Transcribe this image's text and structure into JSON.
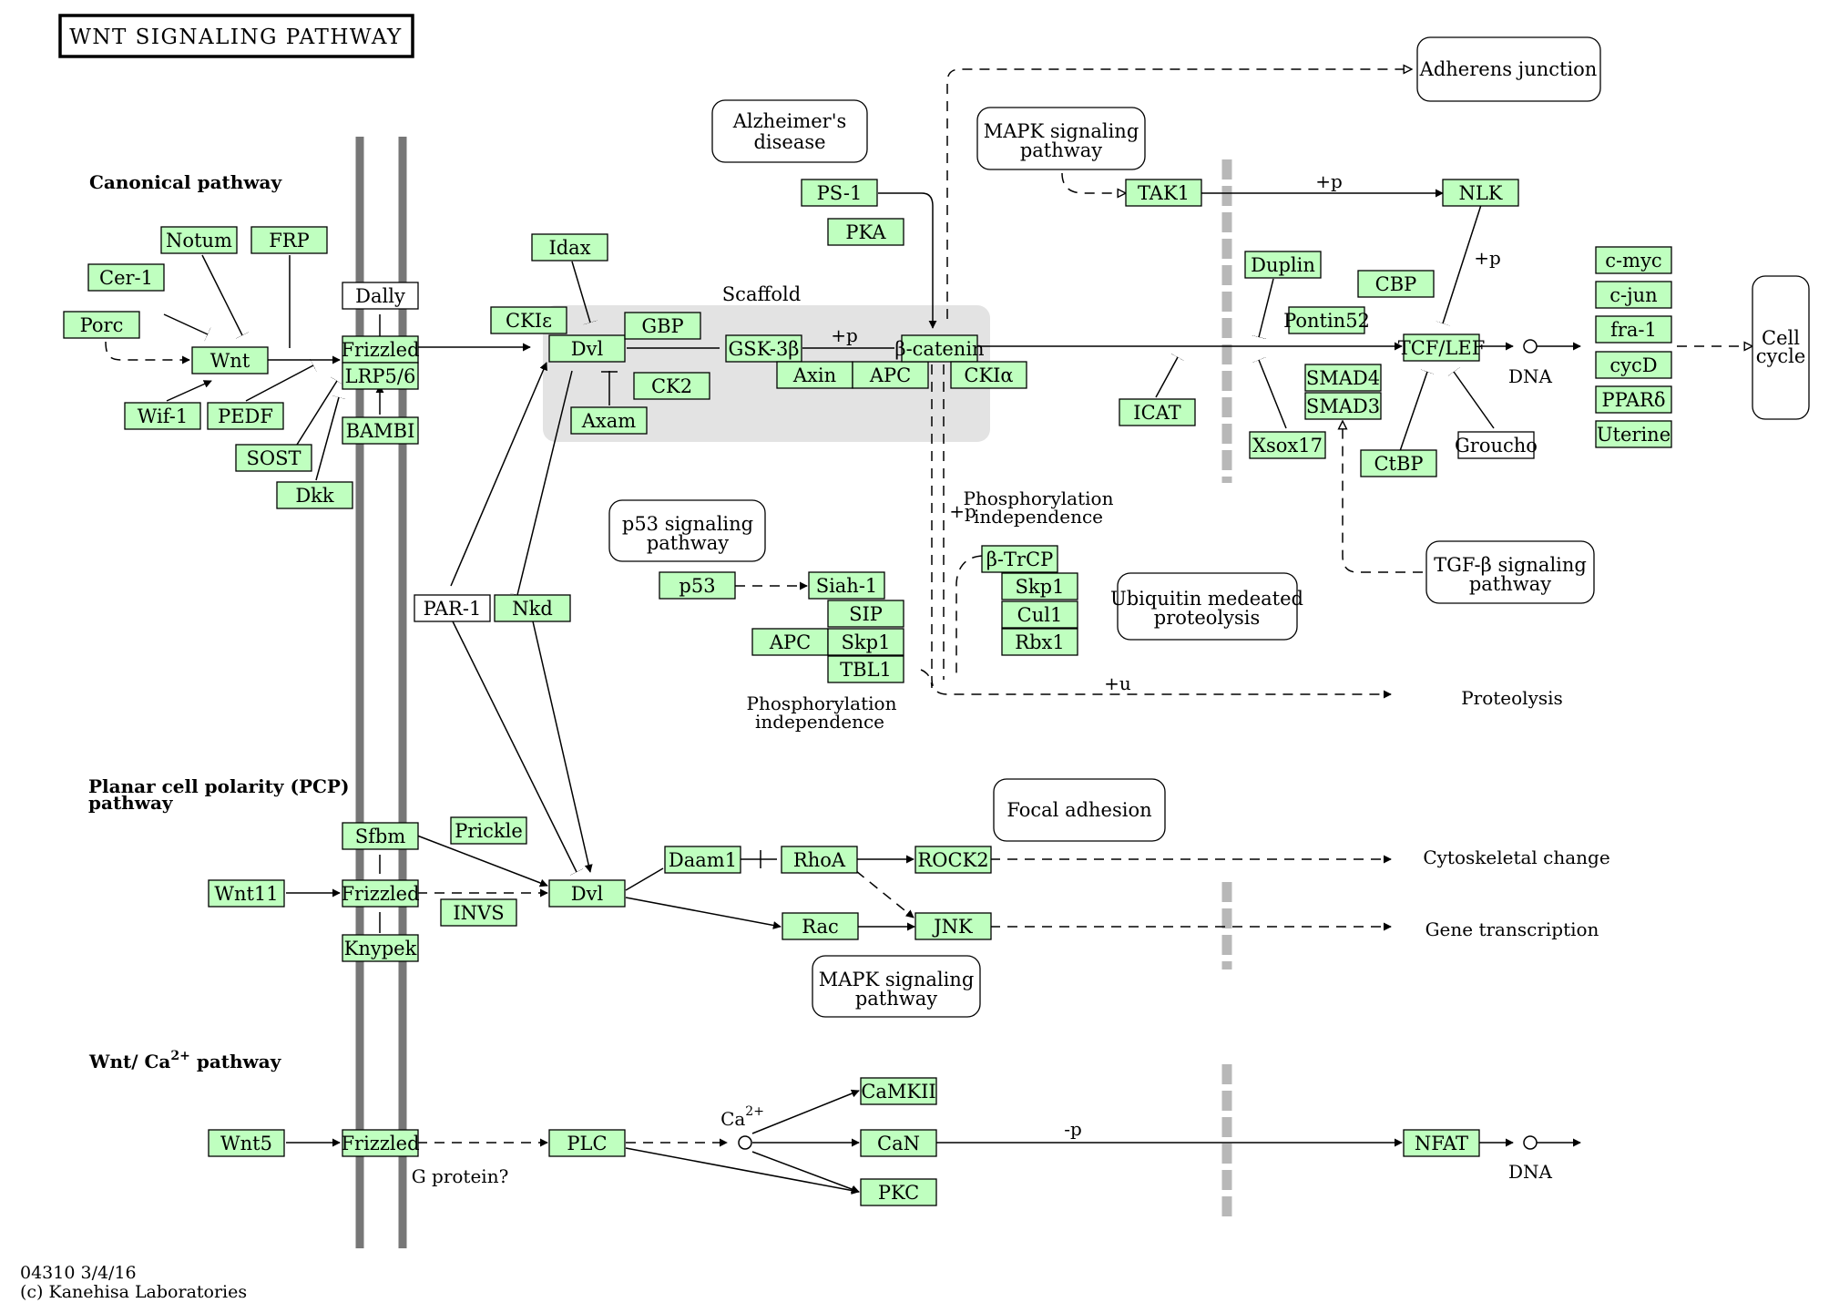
{
  "title": "WNT SIGNALING PATHWAY",
  "footer": {
    "line1": "04310 3/4/16",
    "line2": "(c) Kanehisa Laboratories"
  },
  "sections": {
    "canonical": "Canonical pathway",
    "pcp_1": "Planar cell polarity (PCP)",
    "pcp_2": "pathway",
    "ca_prefix": "Wnt/ Ca",
    "ca_sup": "2+",
    "ca_suffix": " pathway"
  },
  "scaffold": "Scaffold",
  "genes": {
    "notum": "Notum",
    "frp": "FRP",
    "cer1": "Cer-1",
    "porc": "Porc",
    "wnt": "Wnt",
    "wif1": "Wif-1",
    "pedf": "PEDF",
    "sost": "SOST",
    "dkk": "Dkk",
    "dally": "Dally",
    "frizzled": "Frizzled",
    "lrp56": "LRP5/6",
    "bambi": "BAMBI",
    "idax": "Idax",
    "ckie": "CKIε",
    "dvl": "Dvl",
    "gbp": "GBP",
    "gsk3b": "GSK-3β",
    "axin": "Axin",
    "apc": "APC",
    "bcatenin": "β-catenin",
    "ckia": "CKIα",
    "ck2": "CK2",
    "axam": "Axam",
    "ps1": "PS-1",
    "pka": "PKA",
    "tak1": "TAK1",
    "nlk": "NLK",
    "duplin": "Duplin",
    "cbp": "CBP",
    "pontin52": "Pontin52",
    "smad4": "SMAD4",
    "smad3": "SMAD3",
    "tcflef": "TCF/LEF",
    "icat": "ICAT",
    "xsox17": "Xsox17",
    "ctbp": "CtBP",
    "groucho": "Groucho",
    "cmyc": "c-myc",
    "cjun": "c-jun",
    "fra1": "fra-1",
    "cycd": "cycD",
    "ppard": "PPARδ",
    "uterine": "Uterine",
    "par1": "PAR-1",
    "nkd": "Nkd",
    "p53": "p53",
    "siah1": "Siah-1",
    "sip": "SIP",
    "skp1": "Skp1",
    "tbl1": "TBL1",
    "btrcp": "β-TrCP",
    "cul1": "Cul1",
    "rbx1": "Rbx1",
    "wnt11": "Wnt11",
    "sfbm": "Sfbm",
    "knypek": "Knypek",
    "prickle": "Prickle",
    "invs": "INVS",
    "daam1": "Daam1",
    "rhoa": "RhoA",
    "rock2": "ROCK2",
    "rac": "Rac",
    "jnk": "JNK",
    "wnt5": "Wnt5",
    "plc": "PLC",
    "camkii": "CaMKII",
    "can": "CaN",
    "pkc": "PKC",
    "nfat": "NFAT"
  },
  "maps": {
    "alzheimers_1": "Alzheimer's",
    "alzheimers_2": "disease",
    "mapk_1": "MAPK signaling",
    "mapk_2": "pathway",
    "adherens": "Adherens junction",
    "p53sig_1": "p53 signaling",
    "p53sig_2": "pathway",
    "ubiq_1": "Ubiquitin medeated",
    "ubiq_2": "proteolysis",
    "tgfb_1": "TGF-β signaling",
    "tgfb_2": "pathway",
    "cell_1": "Cell",
    "cell_2": "cycle",
    "focal": "Focal adhesion",
    "mapk2_1": "MAPK signaling",
    "mapk2_2": "pathway"
  },
  "labels": {
    "plus_p": "+p",
    "plus_u": "+u",
    "minus_p": "-p",
    "dna": "DNA",
    "phos_1": "Phosphorylation",
    "phos_2": "independence",
    "proteolysis": "Proteolysis",
    "cyto": "Cytoskeletal change",
    "genetrans": "Gene transcription",
    "gprotein": "G protein?",
    "ca_base": "Ca",
    "ca_sup": "2+"
  }
}
